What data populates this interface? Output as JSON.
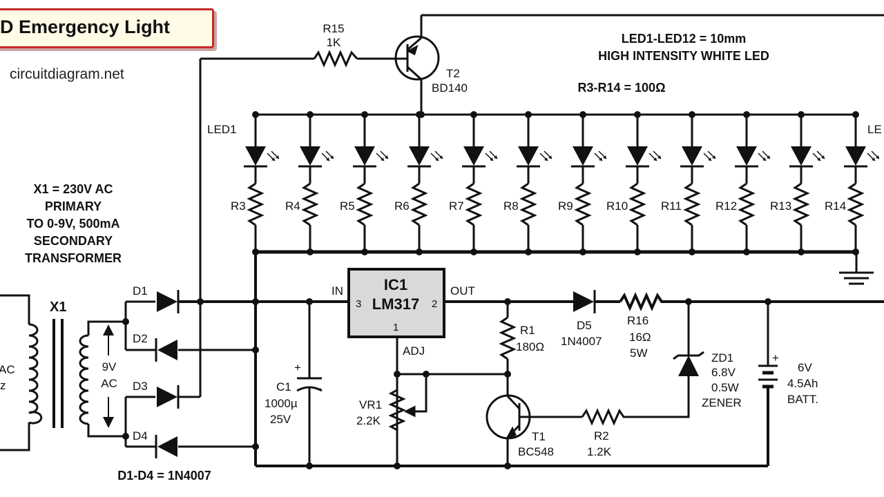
{
  "title": "D Emergency Light",
  "website": "circuitdiagram.net",
  "notes": {
    "led_spec_1": "LED1-LED12 = 10mm",
    "led_spec_2": "HIGH INTENSITY WHITE LED",
    "resistor_spec": "R3-R14 = 100Ω",
    "transformer": [
      "X1 = 230V AC",
      "PRIMARY",
      "TO 0-9V, 500mA",
      "SECONDARY",
      "TRANSFORMER"
    ],
    "diodes": "D1-D4 = 1N4007"
  },
  "labels": {
    "r15_name": "R15",
    "r15_value": "1K",
    "t2_name": "T2",
    "t2_value": "BD140",
    "led_first": "LED1",
    "led_last": "LE",
    "x1": "X1",
    "sec_voltage": "9V",
    "sec_ac": "AC",
    "pri_ac": "AC",
    "pri_hz": "z",
    "d1": "D1",
    "d2": "D2",
    "d3": "D3",
    "d4": "D4",
    "ic_name": "IC1",
    "ic_part": "LM317",
    "pin_in": "IN",
    "pin_out": "OUT",
    "pin_in_num": "3",
    "pin_out_num": "2",
    "pin_adj_num": "1",
    "pin_adj": "ADJ",
    "c1_name": "C1",
    "c1_value": "1000µ",
    "c1_voltage": "25V",
    "c1_plus": "+",
    "c1_minus": "−",
    "vr1_name": "VR1",
    "vr1_value": "2.2K",
    "r1_name": "R1",
    "r1_value": "180Ω",
    "t1_name": "T1",
    "t1_value": "BC548",
    "r2_name": "R2",
    "r2_value": "1.2K",
    "d5_name": "D5",
    "d5_value": "1N4007",
    "r16_name": "R16",
    "r16_value": "16Ω",
    "r16_power": "5W",
    "zd1_name": "ZD1",
    "zd1_value": "6.8V",
    "zd1_power": "0.5W",
    "zd1_type": "ZENER",
    "batt_voltage": "6V",
    "batt_capacity": "4.5Ah",
    "batt_name": "BATT.",
    "batt_plus": "+"
  },
  "resistors": [
    "R3",
    "R4",
    "R5",
    "R6",
    "R7",
    "R8",
    "R9",
    "R10",
    "R11",
    "R12",
    "R13",
    "R14"
  ],
  "colors": {
    "wire": "#111111",
    "ic_fill": "#d9d9d9",
    "title_border": "#c62828"
  }
}
